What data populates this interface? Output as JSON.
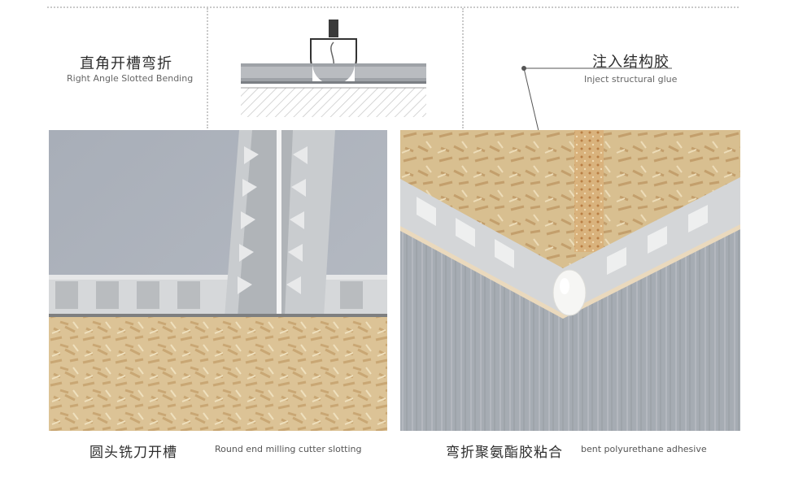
{
  "top_left": {
    "title_cn": "直角开槽弯折",
    "title_en": "Right Angle Slotted Bending"
  },
  "top_right": {
    "title_cn": "注入结构胶",
    "title_en": "Inject structural glue"
  },
  "bottom_left": {
    "caption_cn": "圆头铣刀开槽",
    "caption_en": "Round end milling cutter slotting"
  },
  "bottom_right": {
    "caption_cn": "弯折聚氨酯胶粘合",
    "caption_en": "bent polyurethane adhesive"
  },
  "colors": {
    "panel_gray": "#a9afb8",
    "honeycomb": "#d7d9db",
    "osb": "#d9bf92",
    "woodgrain": "#a7adb4"
  }
}
